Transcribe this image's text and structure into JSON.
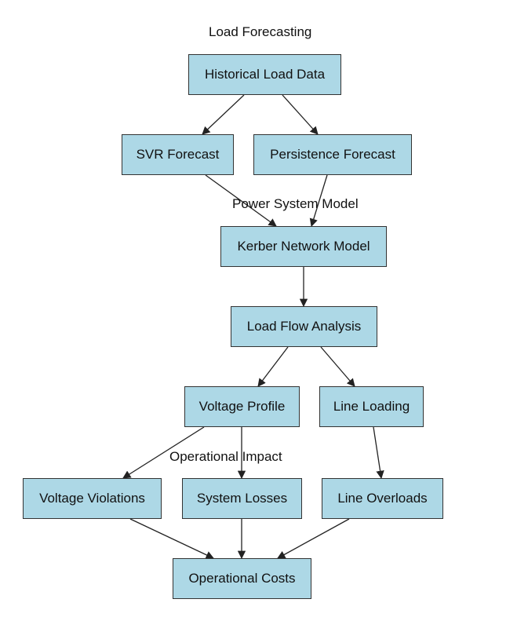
{
  "clusters": {
    "load_forecasting": "Load Forecasting",
    "power_system_model": "Power System Model",
    "operational_impact": "Operational Impact"
  },
  "nodes": {
    "historical_load_data": "Historical Load Data",
    "svr_forecast": "SVR Forecast",
    "persistence_forecast": "Persistence Forecast",
    "kerber_network_model": "Kerber Network Model",
    "load_flow_analysis": "Load Flow Analysis",
    "voltage_profile": "Voltage Profile",
    "line_loading": "Line Loading",
    "voltage_violations": "Voltage Violations",
    "system_losses": "System Losses",
    "line_overloads": "Line Overloads",
    "operational_costs": "Operational Costs"
  },
  "edges": [
    [
      "historical_load_data",
      "svr_forecast"
    ],
    [
      "historical_load_data",
      "persistence_forecast"
    ],
    [
      "svr_forecast",
      "kerber_network_model"
    ],
    [
      "persistence_forecast",
      "kerber_network_model"
    ],
    [
      "kerber_network_model",
      "load_flow_analysis"
    ],
    [
      "load_flow_analysis",
      "voltage_profile"
    ],
    [
      "load_flow_analysis",
      "line_loading"
    ],
    [
      "voltage_profile",
      "voltage_violations"
    ],
    [
      "voltage_profile",
      "system_losses"
    ],
    [
      "line_loading",
      "line_overloads"
    ],
    [
      "voltage_violations",
      "operational_costs"
    ],
    [
      "system_losses",
      "operational_costs"
    ],
    [
      "line_overloads",
      "operational_costs"
    ]
  ],
  "colors": {
    "node_fill": "#add8e6",
    "node_border": "#333333",
    "edge": "#222222",
    "text": "#111111"
  }
}
